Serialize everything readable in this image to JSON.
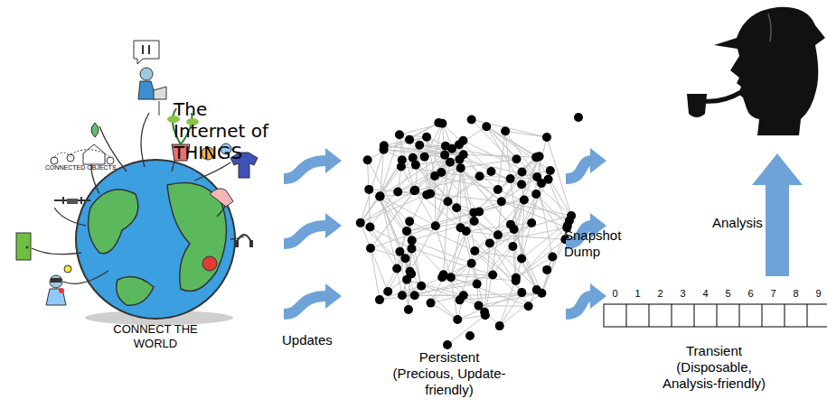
{
  "diagram": {
    "nodes": [
      {
        "text": [
          "The Internet of THINGS",
          "CONNECT THE WORLD"
        ]
      },
      {
        "text": [
          "Persistent (Precious, Update-friendly)"
        ]
      },
      {
        "text": [
          "Transient (Disposable, Analysis-friendly)"
        ]
      }
    ],
    "edges": [
      {
        "from": 0,
        "to": 1,
        "arrow": "to",
        "label": "Updates"
      },
      {
        "from": 1,
        "to": 2,
        "arrow": "to",
        "label": "Snapshot Dump"
      }
    ],
    "labels": [
      "CONNECTED OBJECTS",
      "Analysis",
      "0",
      "1",
      "2",
      "3",
      "4",
      "5",
      "6",
      "7",
      "8",
      "9"
    ]
  }
}
